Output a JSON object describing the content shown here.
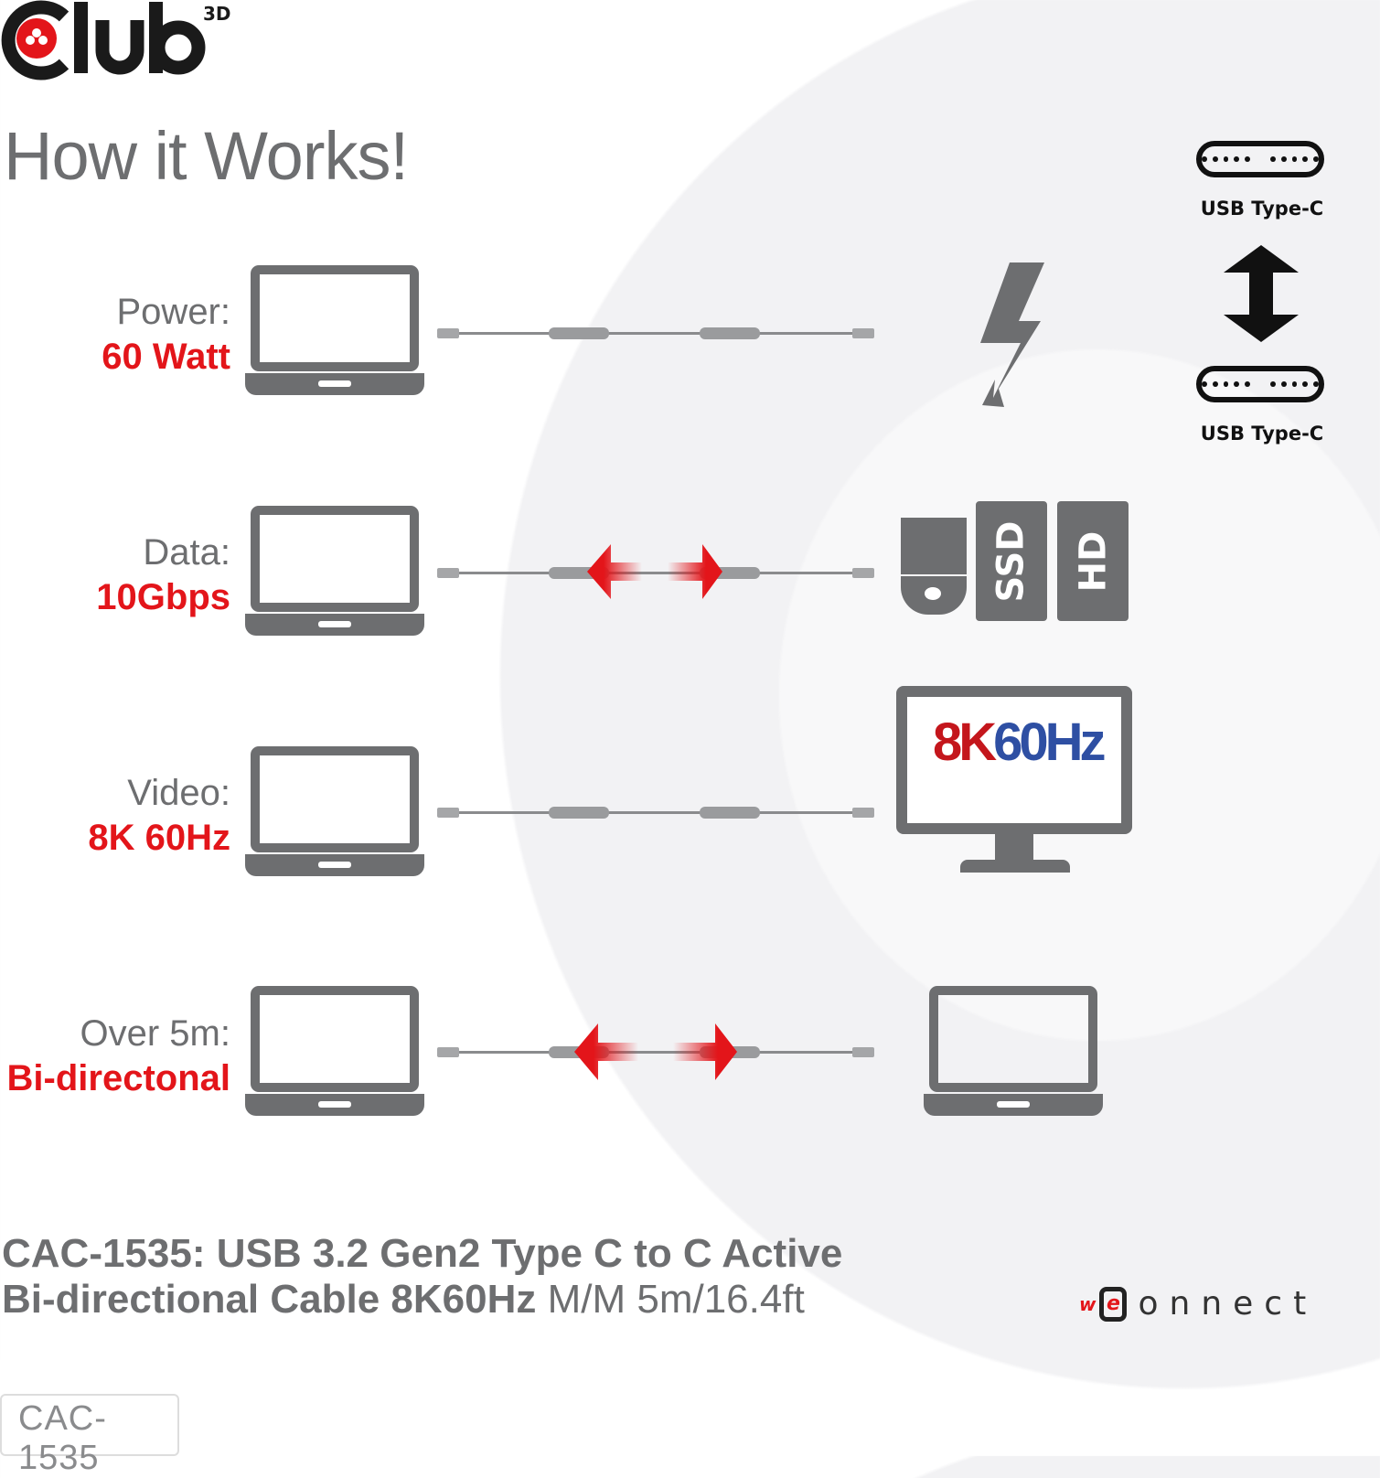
{
  "brand": {
    "logo_text": "Club 3D",
    "accent": "#e3151a",
    "gray": "#6d6e70"
  },
  "title": "How it Works!",
  "rows": [
    {
      "key": "Power:",
      "value": "60 Watt",
      "device": "lightning-bolt"
    },
    {
      "key": "Data:",
      "value": "10Gbps",
      "device": "storage"
    },
    {
      "key": "Video:",
      "value": "8K 60Hz",
      "device": "monitor"
    },
    {
      "key": "Over 5m:",
      "value": "Bi-directonal",
      "device": "laptop"
    }
  ],
  "storage": {
    "ssd": "SSD",
    "hd": "HD"
  },
  "monitor_text": {
    "a": "8K",
    "b": "60Hz"
  },
  "usb": {
    "top_label": "USB Type-C",
    "bottom_label": "USB Type-C"
  },
  "product": {
    "bold": "CAC-1535: USB 3.2 Gen2 Type C to C Active",
    "bold2": "Bi-directional Cable 8K60Hz",
    "light": " M/M 5m/16.4ft"
  },
  "sku": "CAC-1535",
  "slogan": {
    "w": "w",
    "e": "e",
    "rest": "onnect"
  }
}
